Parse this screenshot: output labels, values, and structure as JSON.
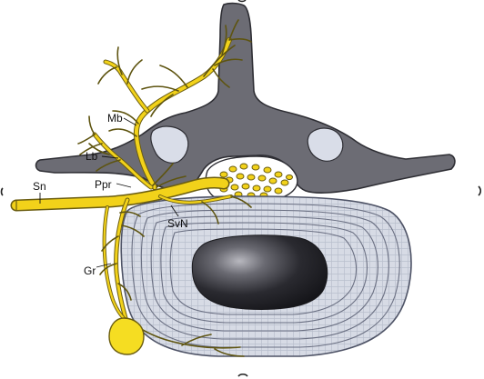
{
  "labels": {
    "mb": "Mb",
    "lb": "Lb",
    "sn": "Sn",
    "ppr": "Ppr",
    "svn": "SvN",
    "gr": "Gr"
  },
  "colors": {
    "bone": "#6c6c74",
    "bone_edge": "#2e2e34",
    "facet": "#d9dde8",
    "disc": "#d5d9e4",
    "disc_ring": "#6a6f82",
    "nucleus_dark": "#1d1d22",
    "nerve": "#f2d21a",
    "nerve_edge": "#6b5d10",
    "ganglion": "#f5dd22"
  },
  "icons": {
    "vertebra": "vertebra-illustration",
    "disc": "intervertebral-disc-illustration",
    "nerve": "nerve-illustration"
  }
}
